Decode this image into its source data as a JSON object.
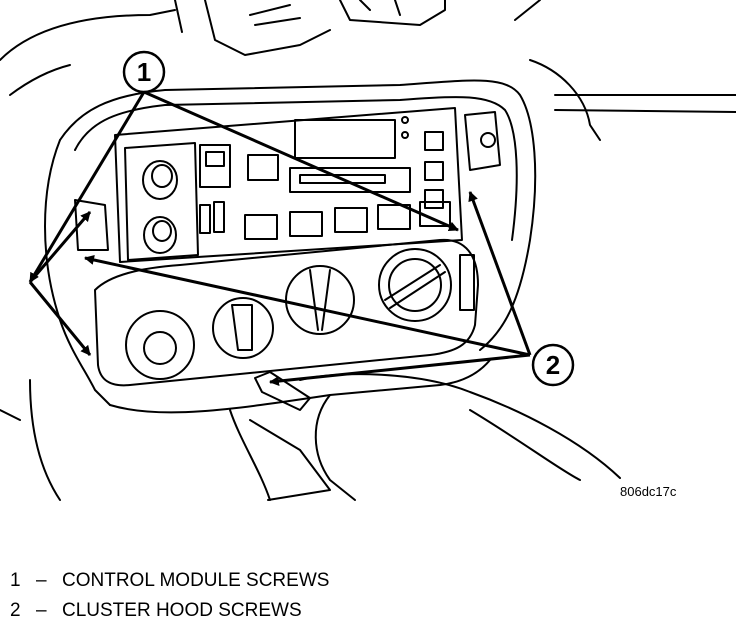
{
  "figure": {
    "code": "806dc17c",
    "callouts": [
      {
        "number": "1"
      },
      {
        "number": "2"
      }
    ]
  },
  "legend": [
    {
      "number": "1",
      "dash": "–",
      "text": "CONTROL MODULE SCREWS"
    },
    {
      "number": "2",
      "dash": "–",
      "text": "CLUSTER HOOD SCREWS"
    }
  ]
}
